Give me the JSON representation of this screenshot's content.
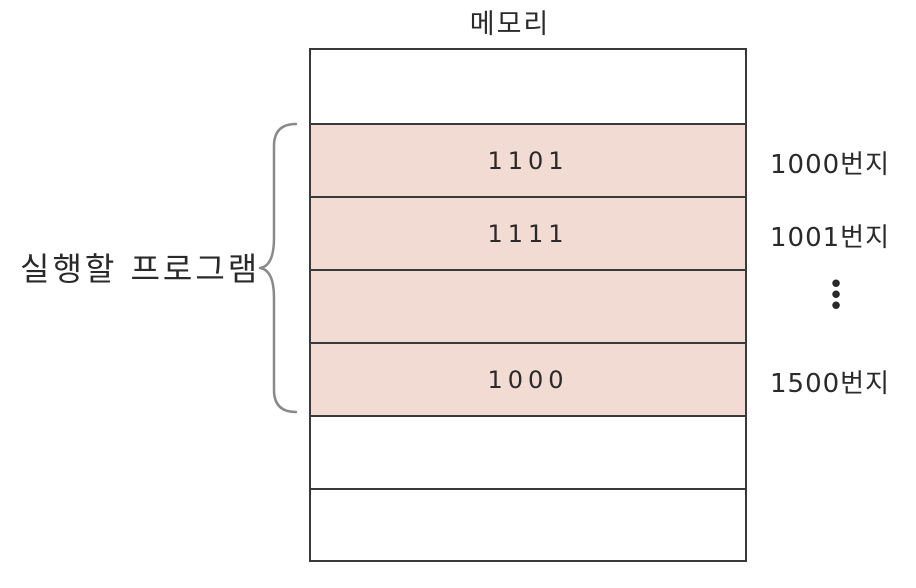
{
  "memory": {
    "title": "메모리",
    "rows": [
      {
        "value": "",
        "program": false
      },
      {
        "value": "1101",
        "program": true
      },
      {
        "value": "1111",
        "program": true
      },
      {
        "value": "",
        "program": true
      },
      {
        "value": "1000",
        "program": true
      },
      {
        "value": "",
        "program": false
      },
      {
        "value": "",
        "program": false
      }
    ]
  },
  "addresses": {
    "first": "1000번지",
    "second": "1001번지",
    "ellipsis": "⋮",
    "last": "1500번지"
  },
  "program_label": "실행할 프로그램",
  "colors": {
    "program_fill": "#f1dbd2",
    "stroke": "#3a3a3a",
    "brace": "#8a8a8a"
  }
}
